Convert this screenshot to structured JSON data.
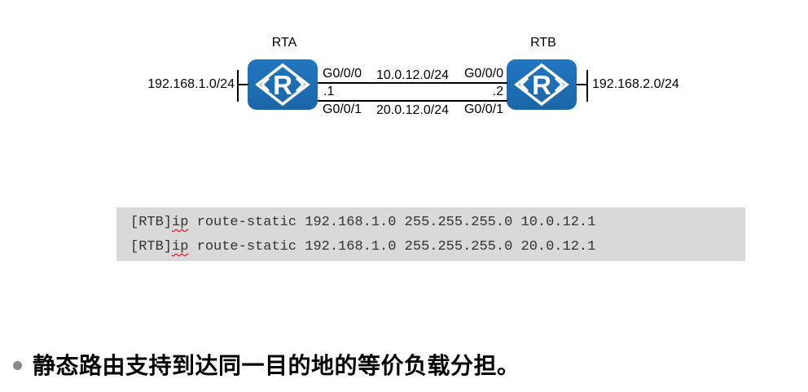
{
  "colors": {
    "router_blue": "#1E6FB5",
    "code_background": "#D9D9D9",
    "squiggle_red": "#D20000",
    "bullet_gray": "#8A8A8A",
    "line_black": "#000000"
  },
  "diagram": {
    "router_a": {
      "name": "RTA",
      "icon_letter": "R"
    },
    "router_b": {
      "name": "RTB",
      "icon_letter": "R"
    },
    "left_network": "192.168.1.0/24",
    "right_network": "192.168.2.0/24",
    "top_link": {
      "left_interface": "G0/0/0",
      "network": "10.0.12.0/24",
      "right_interface": "G0/0/0"
    },
    "addresses": {
      "left": ".1",
      "right": ".2"
    },
    "bottom_link": {
      "left_interface": "G0/0/1",
      "network": "20.0.12.0/24",
      "right_interface": "G0/0/1"
    }
  },
  "code_block": {
    "lines": [
      {
        "prompt": "[RTB]",
        "command_word": "ip",
        "rest": " route-static 192.168.1.0 255.255.255.0 10.0.12.1"
      },
      {
        "prompt": "[RTB]",
        "command_word": "ip",
        "rest": " route-static 192.168.1.0 255.255.255.0 20.0.12.1"
      }
    ]
  },
  "bullet": {
    "text": "静态路由支持到达同一目的地的等价负载分担。"
  }
}
